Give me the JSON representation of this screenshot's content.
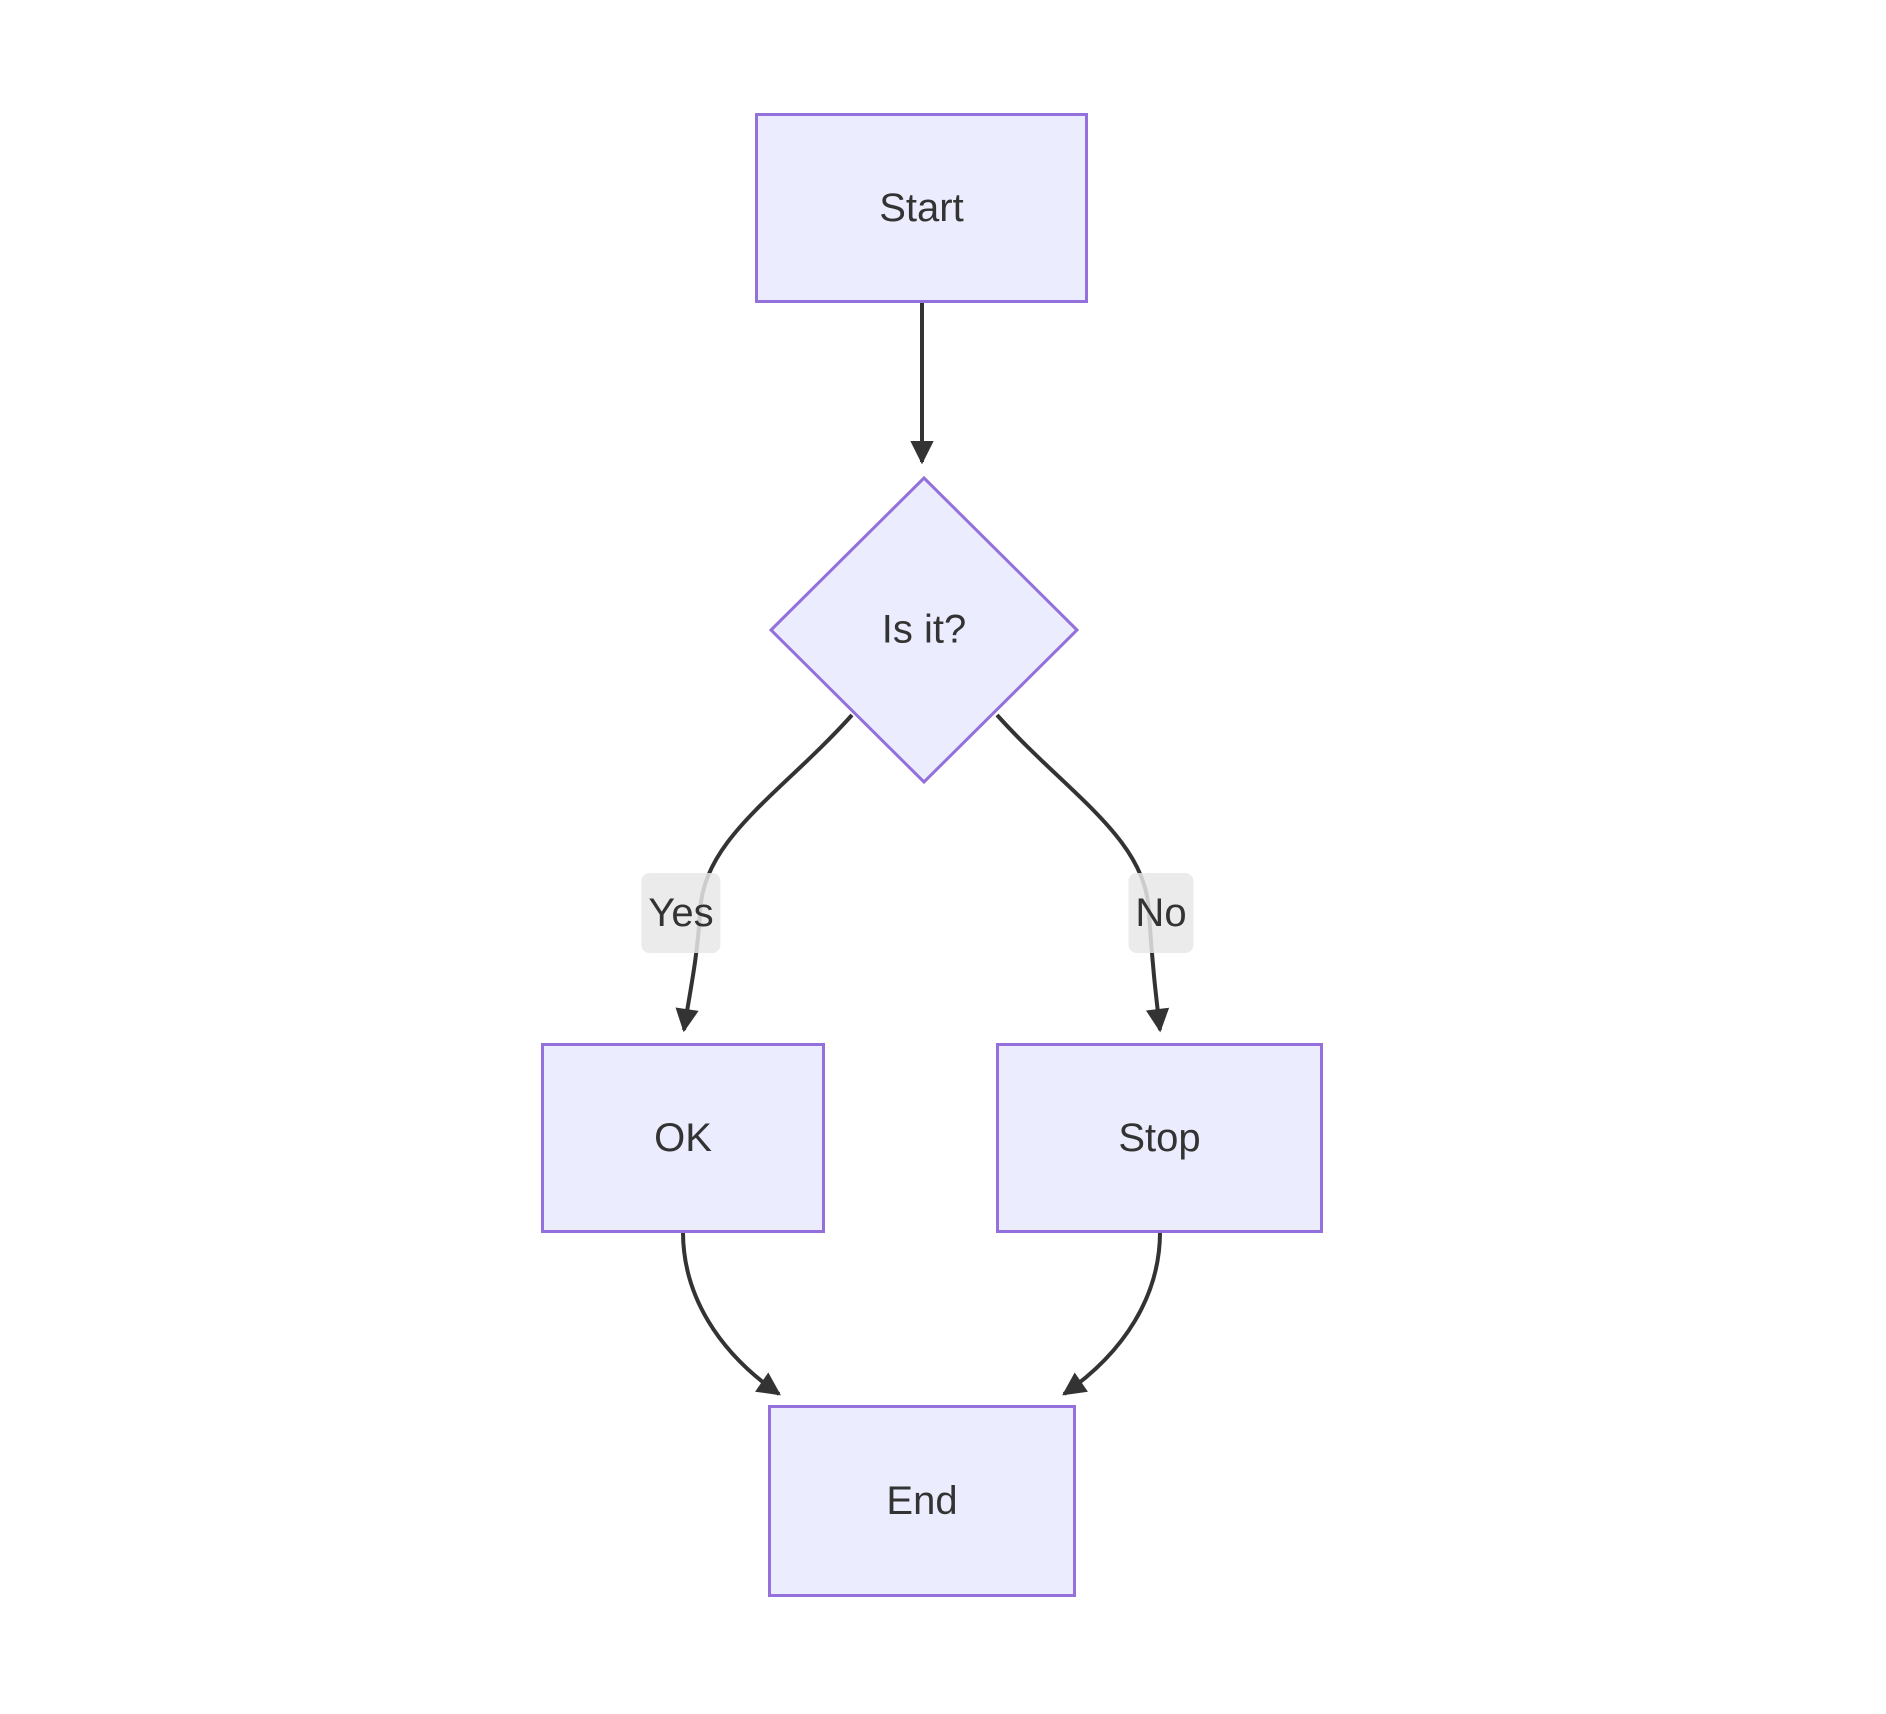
{
  "diagram": {
    "type": "flowchart",
    "direction": "top-down",
    "nodes": [
      {
        "id": "start",
        "label": "Start",
        "shape": "rectangle"
      },
      {
        "id": "isit",
        "label": "Is it?",
        "shape": "diamond"
      },
      {
        "id": "ok",
        "label": "OK",
        "shape": "rectangle"
      },
      {
        "id": "stop",
        "label": "Stop",
        "shape": "rectangle"
      },
      {
        "id": "end",
        "label": "End",
        "shape": "rectangle"
      }
    ],
    "edges": [
      {
        "from": "start",
        "to": "isit",
        "label": ""
      },
      {
        "from": "isit",
        "to": "ok",
        "label": "Yes"
      },
      {
        "from": "isit",
        "to": "stop",
        "label": "No"
      },
      {
        "from": "ok",
        "to": "end",
        "label": ""
      },
      {
        "from": "stop",
        "to": "end",
        "label": ""
      }
    ],
    "colors": {
      "background": "#ffffff",
      "node_fill": "#ECECFF",
      "node_border": "#9370DB",
      "edge_stroke": "#333333",
      "text": "#333333",
      "edge_label_bg": "#e8e8e8"
    }
  }
}
